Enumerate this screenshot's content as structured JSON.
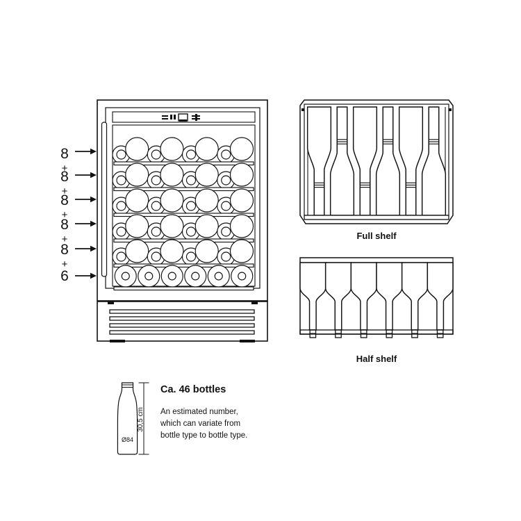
{
  "page": {
    "title": "Wine cooler bottle capacity diagram",
    "background_color": "#ffffff",
    "line_color": "#111111"
  },
  "capacity_column": {
    "name": "shelf-capacity-column",
    "rows": [
      {
        "count": "8",
        "separator": "+"
      },
      {
        "count": "8",
        "separator": "+"
      },
      {
        "count": "8",
        "separator": "+"
      },
      {
        "count": "8",
        "separator": "+"
      },
      {
        "count": "8",
        "separator": "+"
      },
      {
        "count": "6",
        "separator": ""
      }
    ],
    "arrow_count": 6
  },
  "cabinet": {
    "name": "wine-cooler-cabinet",
    "door_handle": "vertical-handle",
    "control_panel": "display-control-panel",
    "shelves": [
      {
        "index": 1,
        "bottles": 8,
        "pattern": "alternating-large-small"
      },
      {
        "index": 2,
        "bottles": 8,
        "pattern": "alternating-large-small"
      },
      {
        "index": 3,
        "bottles": 8,
        "pattern": "alternating-large-small"
      },
      {
        "index": 4,
        "bottles": 8,
        "pattern": "alternating-large-small"
      },
      {
        "index": 5,
        "bottles": 8,
        "pattern": "alternating-large-small"
      },
      {
        "index": 6,
        "bottles": 6,
        "pattern": "uniform-row"
      }
    ],
    "plinth_vent_slats": 4
  },
  "shelf_views": [
    {
      "key": "full_shelf",
      "label": "Full shelf",
      "bottles": 6,
      "orientation": "alternating-head-to-toe"
    },
    {
      "key": "half_shelf",
      "label": "Half shelf",
      "bottles": 6,
      "orientation": "necks-down"
    }
  ],
  "bottle_spec": {
    "name": "reference-bottle",
    "height_label": "30,5 cm",
    "diameter_label": "Ø84"
  },
  "capacity_note": {
    "heading": "Ca. 46 bottles",
    "line1": "An estimated number,",
    "line2": "which can variate from",
    "line3": "bottle type to bottle type."
  }
}
